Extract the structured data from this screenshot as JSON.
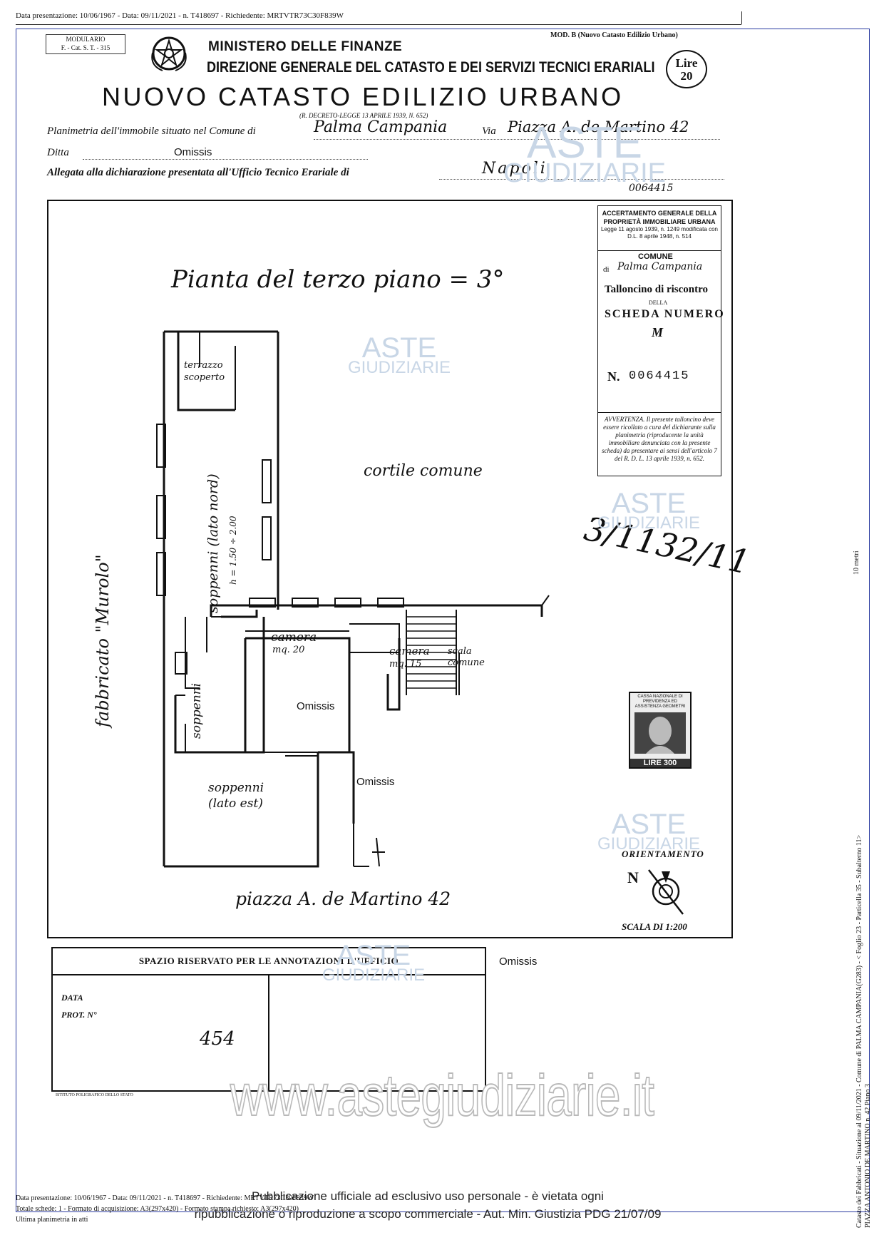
{
  "header": {
    "meta_top": "Data presentazione: 10/06/1967 - Data: 09/11/2021 - n. T418697 - Richiedente: MRTVTR73C30F839W",
    "modulario_line1": "MODULARIO",
    "modulario_line2": "F. - Cat. S. T. - 315",
    "ministero": "MINISTERO DELLE FINANZE",
    "direzione": "DIREZIONE GENERALE DEL CATASTO E DEI SERVIZI TECNICI ERARIALI",
    "title": "NUOVO CATASTO EDILIZIO URBANO",
    "decreto": "(R. DECRETO-LEGGE 13 APRILE 1939, N. 652)",
    "mod_b": "MOD. B (Nuovo Catasto Edilizio Urbano)",
    "lire_label": "Lire",
    "lire_value": "20"
  },
  "fields": {
    "planimetria_label": "Planimetria dell'immobile situato nel Comune di",
    "comune_value": "Palma Campania",
    "via_label": "Via",
    "via_value": "Piazza A. de Martino 42",
    "ditta_label": "Ditta",
    "ditta_value": "Omissis",
    "allegata_label": "Allegata alla dichiarazione presentata all'Ufficio Tecnico Erariale di",
    "ufficio_value": "Napoli",
    "number_value": "0064415"
  },
  "plan": {
    "title": "Pianta del terzo piano = 3°",
    "cortile": "cortile comune",
    "fabbricato": "fabbricato \"Murolo\"",
    "terrazzo": "terrazzo scoperto",
    "soppenni_lato_nord": "soppenni (lato nord)",
    "altezza": "h = 1.50 ÷ 2.00",
    "camera1": "camera",
    "camera1_mq": "mq. 20",
    "camera2": "camera",
    "camera2_mq": "mq. 15",
    "scala": "scala comune",
    "soppenni_side": "soppenni",
    "soppenni_lato_est": "soppenni (lato est)",
    "omissis1": "Omissis",
    "omissis2": "Omissis",
    "piazza": "piazza A. de Martino 42",
    "code": "3/1132/11",
    "orientamento": "ORIENTAMENTO",
    "scala_label": "SCALA DI 1:200",
    "north": "N"
  },
  "tagliando": {
    "line1": "ACCERTAMENTO GENERALE DELLA",
    "line2": "PROPRIETÀ IMMOBILIARE URBANA",
    "line3": "Legge 11 agosto 1939, n. 1249 modificata con D.L. 8 aprile 1948, n. 514",
    "comune_label": "COMUNE",
    "comune_prefix": "di",
    "comune_value": "Palma Campania",
    "talloncino": "Talloncino di riscontro",
    "della": "DELLA",
    "scheda": "SCHEDA NUMERO",
    "letter": "M",
    "numero_prefix": "N.",
    "numero": "0064415",
    "avvertenza": "AVVERTENZA. Il presente talloncino deve essere ricollato a cura del dichiarante sulla planimetria (riproducente la unità immobiliare denunciata con la presente scheda) da presentare ai sensi dell'articolo 7 del R. D. L. 13 aprile 1939, n. 652."
  },
  "stamp": {
    "text1": "CASSA NAZIONALE DI PREVIDENZA ED ASSISTENZA GEOMETRI",
    "value": "LIRE 300"
  },
  "office": {
    "heading": "SPAZIO RISERVATO PER LE ANNOTAZIONI D'UFFICIO",
    "data_label": "DATA",
    "prot_label": "PROT. N°",
    "prot_value": "454",
    "omissis": "Omissis",
    "printer": "ISTITUTO POLIGRAFICO DELLO STATO"
  },
  "watermarks": {
    "aste": "ASTE",
    "giudiziarie": "GIUDIZIARIE",
    "site": "www.astegiudiziarie.it"
  },
  "footer": {
    "line1": "Data presentazione: 10/06/1967 - Data: 09/11/2021 - n. T418697 - Richiedente: MRTVTR73C30F839W",
    "line2": "Totale schede: 1 - Formato di acquisizione: A3(297x420) - Formato stampa richiesto: A3(297x420)",
    "line3": "Ultima planimetria in atti",
    "notice1": "Pubblicazione ufficiale ad esclusivo uso personale - è vietata ogni",
    "notice2": "ripubblicazione o riproduzione a scopo commerciale - Aut. Min. Giustizia PDG 21/07/09"
  },
  "side": {
    "scale_mark": "10 metri",
    "catasto_line": "Catasto dei Fabbricati - Situazione al 09/11/2021 - Comune di PALMA CAMPANIA(G283) - < Foglio 23 - Particella 35 - Subalterno 11>",
    "address_line": "PIAZZA ANTONIO DE MARTINO n. 42 Piano 3"
  }
}
